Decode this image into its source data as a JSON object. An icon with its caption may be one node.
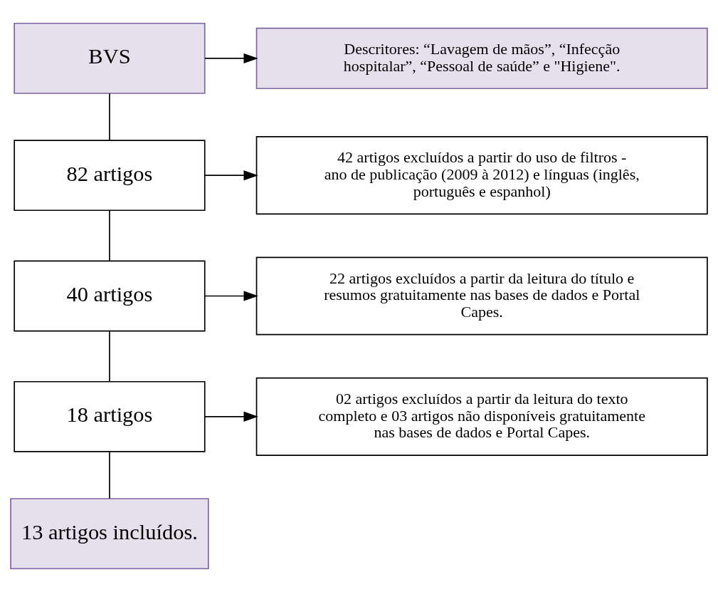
{
  "diagram": {
    "nodes": [
      {
        "text": [
          "BVS"
        ]
      },
      {
        "text": [
          "Descritores: “Lavagem de mãos”, “Infecção hospitalar”, “Pessoal de saúde” e \"Higiene\"."
        ]
      },
      {
        "text": [
          "82 artigos"
        ]
      },
      {
        "text": [
          "42 artigos excluídos a partir do uso de filtros - ano de publicação (2009 à 2012) e línguas (inglês, português e espanhol)"
        ]
      },
      {
        "text": [
          "40 artigos"
        ]
      },
      {
        "text": [
          "22 artigos excluídos a partir da leitura do título e resumos gratuitamente nas bases de dados e Portal Capes."
        ]
      },
      {
        "text": [
          "18 artigos"
        ]
      },
      {
        "text": [
          "02 artigos excluídos a partir da leitura do texto completo e 03 artigos não disponíveis gratuitamente nas bases de dados e Portal Capes."
        ]
      },
      {
        "text": [
          "13 artigos incluídos."
        ]
      }
    ],
    "edges": [
      {
        "from": 0,
        "to": 2,
        "arrow": "none"
      },
      {
        "from": 0,
        "to": 1,
        "arrow": "to"
      },
      {
        "from": 2,
        "to": 4,
        "arrow": "none"
      },
      {
        "from": 2,
        "to": 3,
        "arrow": "to"
      },
      {
        "from": 4,
        "to": 6,
        "arrow": "none"
      },
      {
        "from": 4,
        "to": 5,
        "arrow": "to"
      },
      {
        "from": 6,
        "to": 8,
        "arrow": "none"
      },
      {
        "from": 6,
        "to": 7,
        "arrow": "to"
      }
    ]
  }
}
